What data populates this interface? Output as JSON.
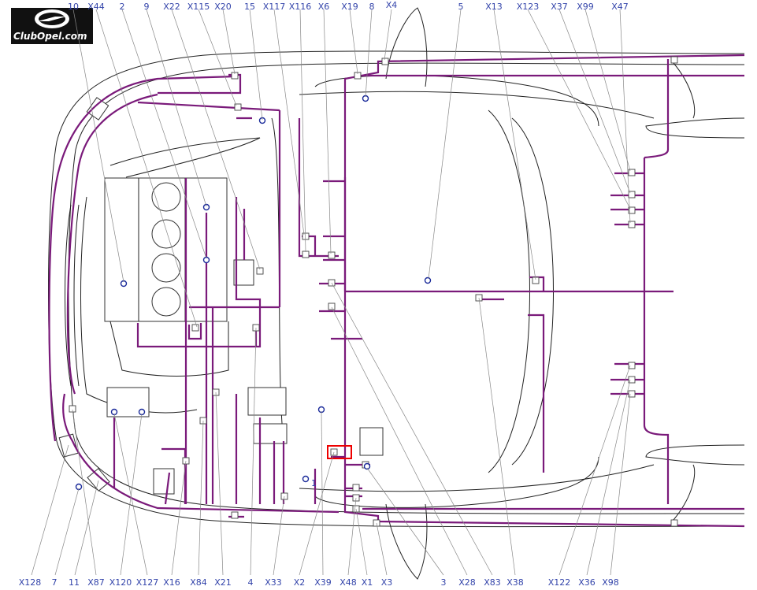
{
  "logo": {
    "text": "ClubOpel.com"
  },
  "labels_top": [
    "10",
    "X44",
    "2",
    "9",
    "X22",
    "X115",
    "X20",
    "15",
    "X117",
    "X116",
    "X6",
    "X19",
    "8",
    "X4",
    "5",
    "X13",
    "X123",
    "X37",
    "X99",
    "X47"
  ],
  "labels_bottom": [
    "X128",
    "7",
    "11",
    "X87",
    "X120",
    "X127",
    "X16",
    "X84",
    "X21",
    "4",
    "X33",
    "X2",
    "X39",
    "X48",
    "X1",
    "X3",
    "3",
    "X28",
    "X83",
    "X38",
    "X122",
    "X36",
    "X98"
  ],
  "inline_labels": [
    "1"
  ],
  "colors": {
    "wire": "#7a1a7a",
    "label": "#3344aa",
    "highlight": "#ee0000"
  }
}
